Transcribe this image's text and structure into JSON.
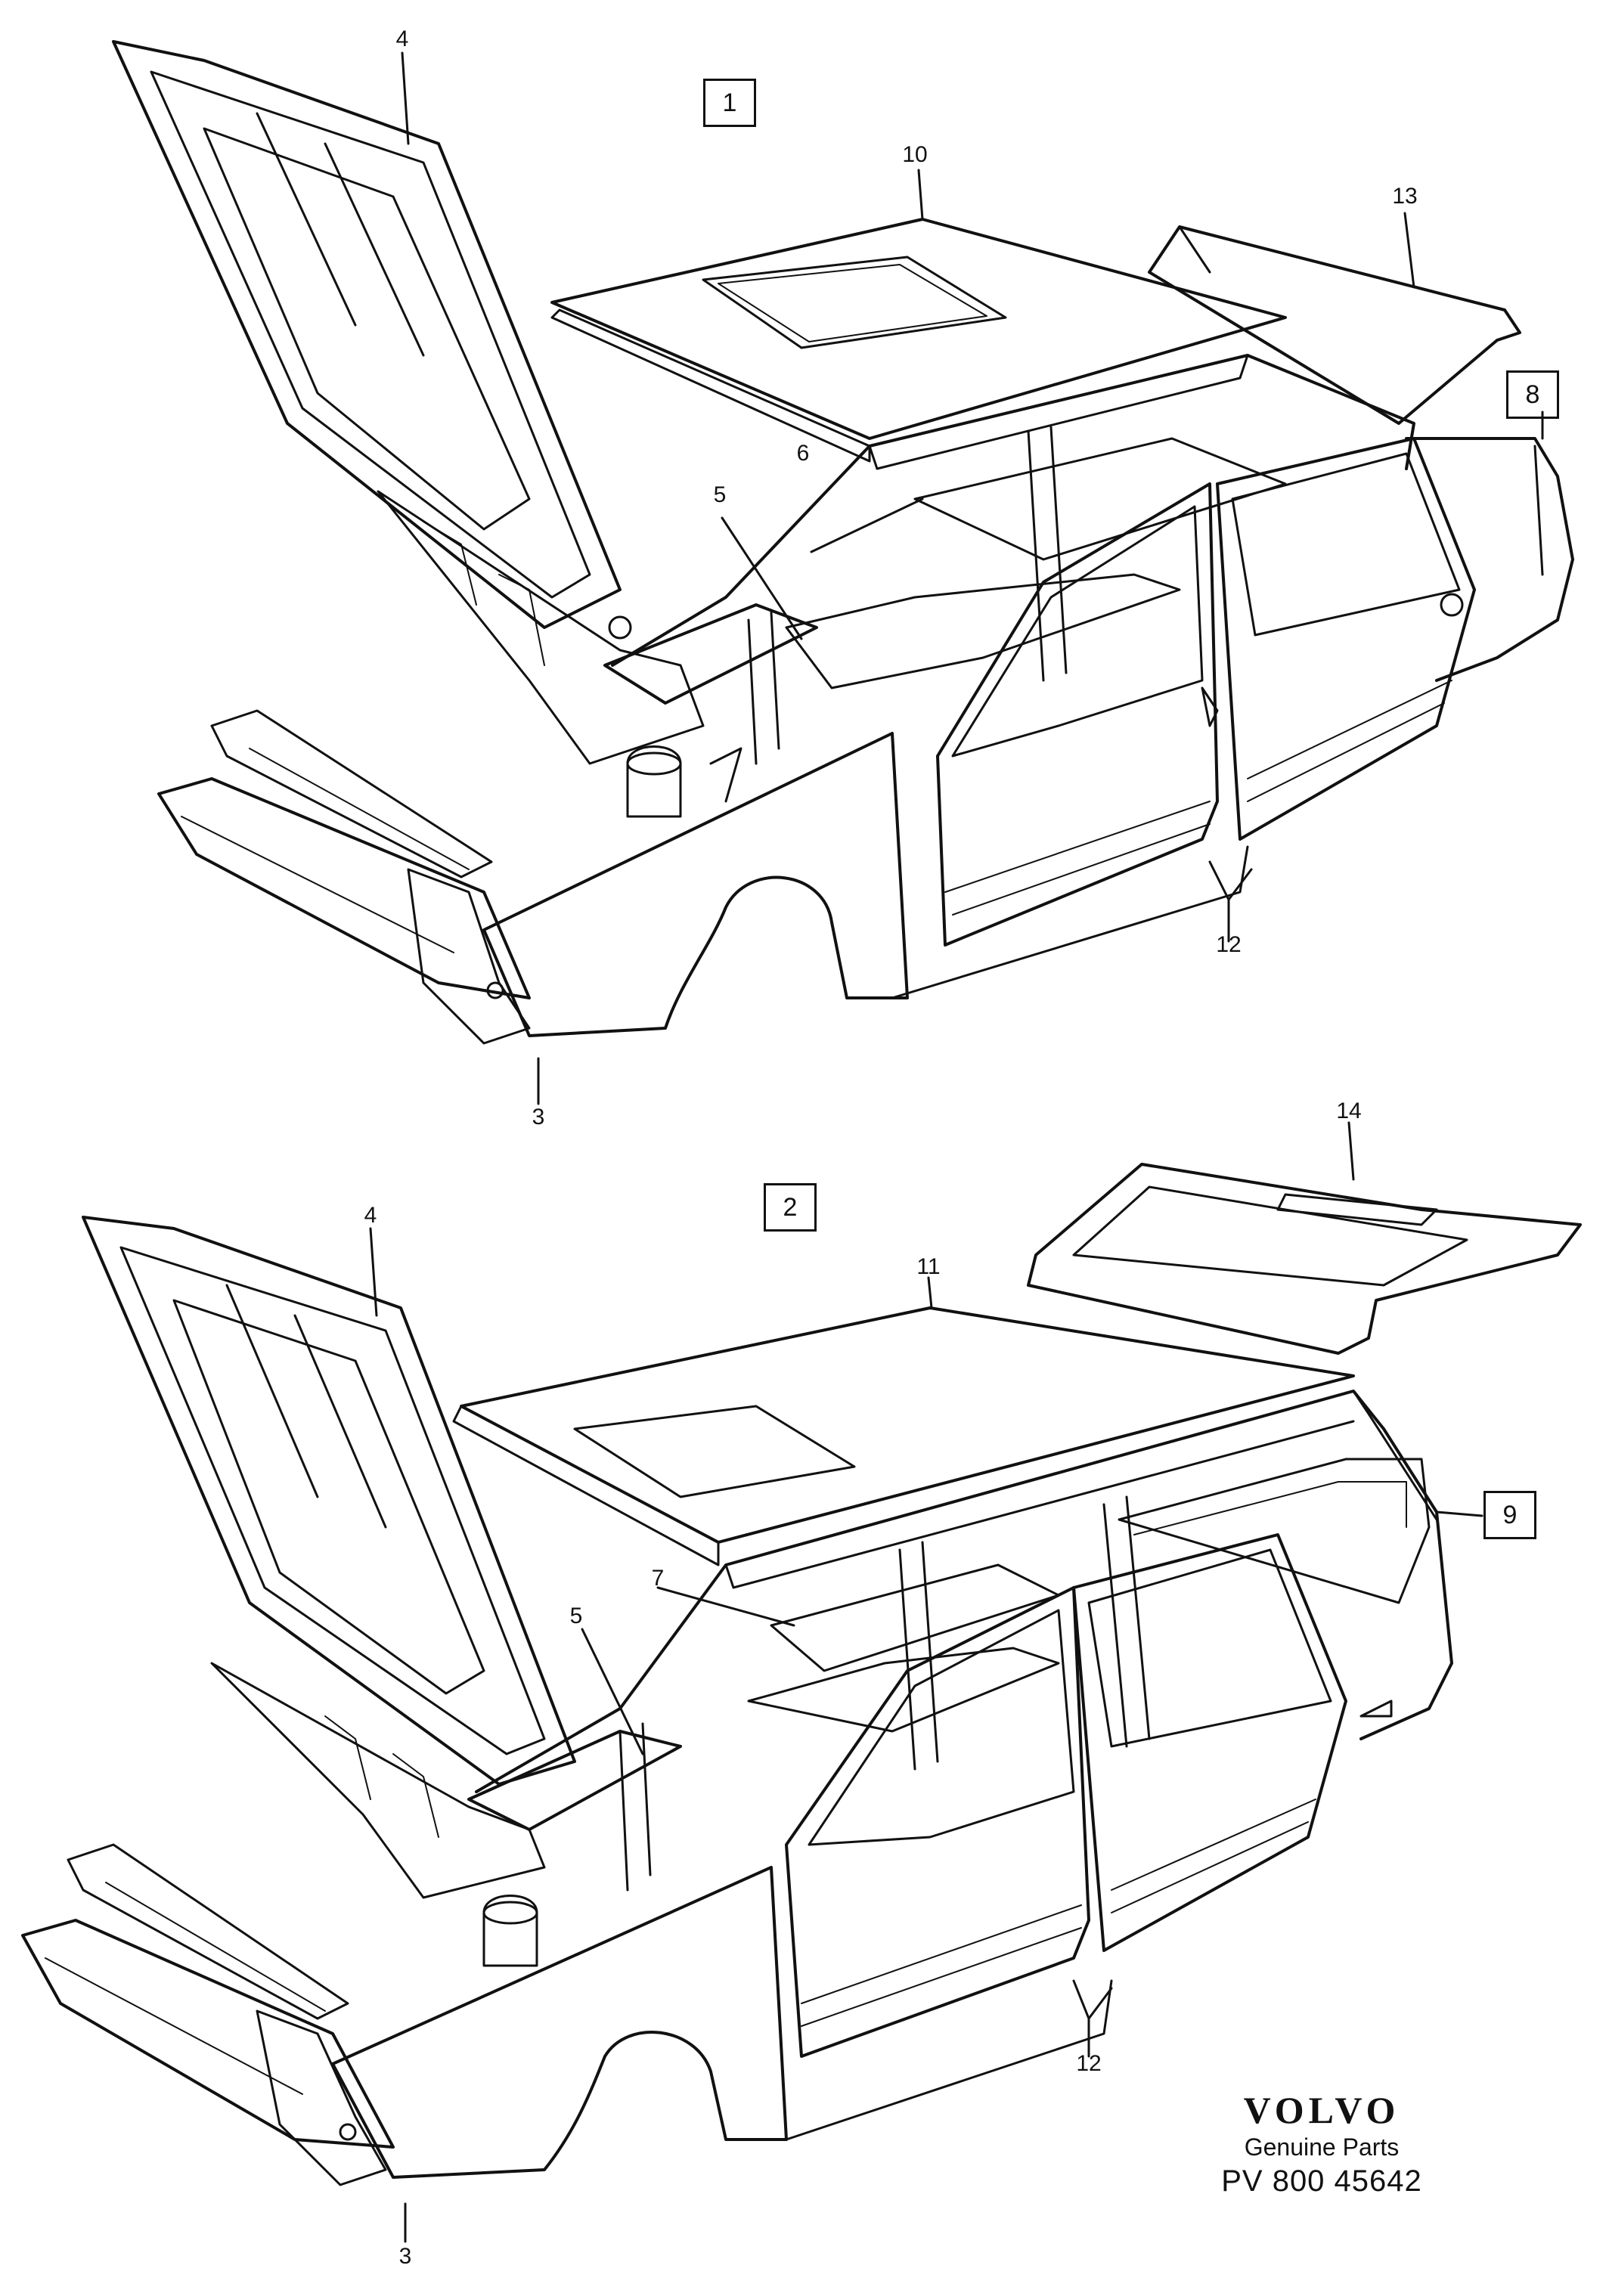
{
  "diagram": {
    "variant_top": {
      "box_label": "1",
      "side_box_label": "8",
      "callouts": {
        "hood": "4",
        "roof": "10",
        "rear_panel": "13",
        "windshield_pillar": "5",
        "floor": "6",
        "doors": "12",
        "front_frame": "3"
      }
    },
    "variant_bottom": {
      "box_label": "2",
      "side_box_label": "9",
      "callouts": {
        "hood": "4",
        "roof": "11",
        "tailgate": "14",
        "windshield_pillar": "5",
        "floor": "7",
        "doors": "12",
        "front_frame": "3"
      }
    }
  },
  "branding": {
    "logo": "VOLVO",
    "subtitle": "Genuine Parts",
    "code": "PV 800 45642"
  },
  "colors": {
    "line": "#111111",
    "background": "#ffffff"
  }
}
